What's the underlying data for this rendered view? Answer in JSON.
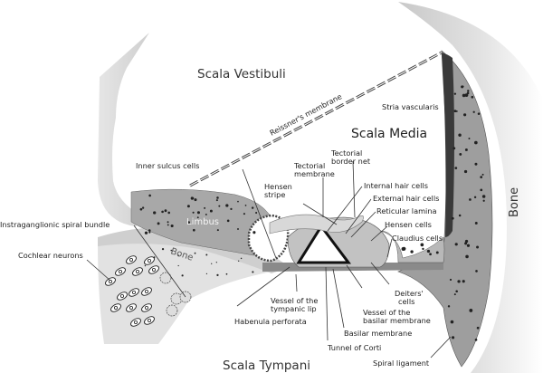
{
  "title": "Cross-section of the cochlear duct",
  "regions": {
    "scala_vestibuli": "Scala Vestibuli",
    "scala_media": "Scala Media",
    "scala_tympani": "Scala Tympani",
    "bone_right": "Bone",
    "bone_inner": "Bone",
    "limbus": "Limbus"
  },
  "labels": {
    "reissners_membrane": "Reissner's membrane",
    "stria_vascularis": "Stria vascularis",
    "inner_sulcus_cells": "Inner sulcus cells",
    "tectorial_membrane_1": "Tectorial",
    "tectorial_membrane_2": "membrane",
    "tectorial_border_net_1": "Tectorial",
    "tectorial_border_net_2": "border net",
    "hensen_stripe_1": "Hensen",
    "hensen_stripe_2": "stripe",
    "internal_hair_cells": "Internal hair cells",
    "external_hair_cells": "External hair cells",
    "reticular_lamina": "Reticular lamina",
    "hensen_cells": "Hensen cells",
    "claudius_cells": "Claudius cells",
    "instraganglionic_spiral_bundle": "Instraganglionic spiral bundle",
    "cochlear_neurons": "Cochlear neurons",
    "vessel_tympanic_lip_1": "Vessel of the",
    "vessel_tympanic_lip_2": "tympanic lip",
    "habenula_perforata": "Habenula perforata",
    "deiters_cells_1": "Deiters'",
    "deiters_cells_2": "cells",
    "vessel_basilar_membrane_1": "Vessel of the",
    "vessel_basilar_membrane_2": "basilar membrane",
    "basilar_membrane": "Basilar membrane",
    "tunnel_of_corti": "Tunnel of Corti",
    "spiral_ligament": "Spiral ligament"
  },
  "colors": {
    "bone_light": "#dcdcdc",
    "tissue_mid": "#b5b5b5",
    "tissue_dark": "#9a9a9a",
    "stria": "#6e6e6e",
    "ink": "#222222"
  }
}
